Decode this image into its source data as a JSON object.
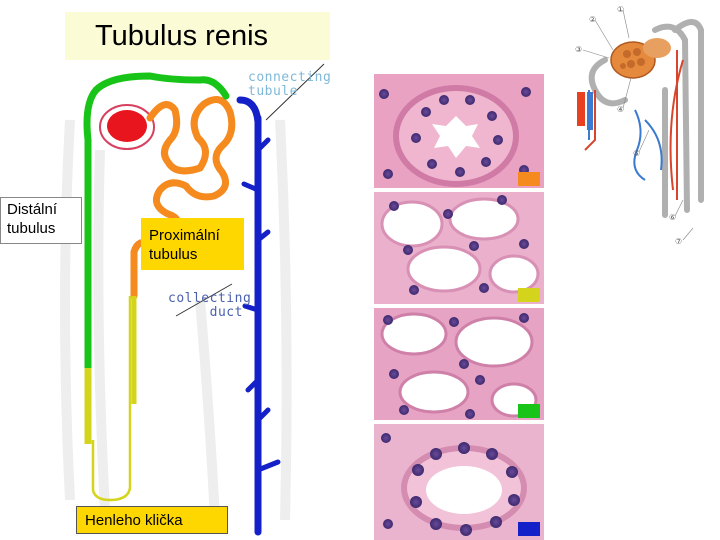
{
  "title": "Tubulus renis",
  "labels": {
    "distal": "Distální tubulus",
    "proximal": "Proximální tubulus",
    "henle": "Henleho klička"
  },
  "handwritten": {
    "connecting": "connecting tubule",
    "collecting": "collecting duct"
  },
  "anatomy_markers": [
    "①",
    "②",
    "③",
    "④",
    "⑤",
    "⑥",
    "⑦"
  ],
  "colors": {
    "glomerulus": "#e8141e",
    "proximal": "#f58a1f",
    "distal": "#18c418",
    "thin_limb": "#d4d41c",
    "collecting": "#1420c8",
    "label_bg": "#ffd700",
    "title_bg": "#fbfbd6"
  }
}
